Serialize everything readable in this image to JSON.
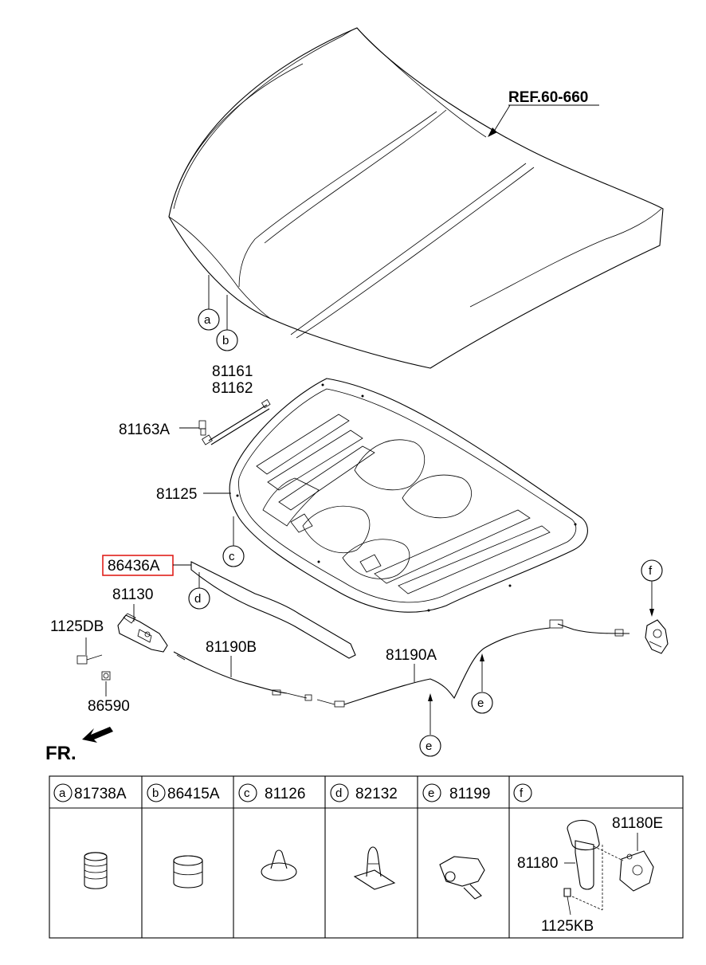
{
  "ref_label": "REF.60-660",
  "fr_label": "FR.",
  "callouts": {
    "a": "a",
    "b": "b",
    "c": "c",
    "d": "d",
    "e": "e",
    "f": "f"
  },
  "parts": {
    "p81161": "81161",
    "p81162": "81162",
    "p81163A": "81163A",
    "p81125": "81125",
    "p86436A": "86436A",
    "p81130": "81130",
    "p1125DB": "1125DB",
    "p86590": "86590",
    "p81190B": "81190B",
    "p81190A": "81190A"
  },
  "highlighted_part": "86436A",
  "highlight_color": "#e0201b",
  "legend": [
    {
      "letter": "a",
      "part": "81738A"
    },
    {
      "letter": "b",
      "part": "86415A"
    },
    {
      "letter": "c",
      "part": "81126"
    },
    {
      "letter": "d",
      "part": "82132"
    },
    {
      "letter": "e",
      "part": "81199"
    },
    {
      "letter": "f",
      "part": ""
    }
  ],
  "legend_f_parts": {
    "p81180E": "81180E",
    "p81180": "81180",
    "p1125KB": "1125KB"
  }
}
